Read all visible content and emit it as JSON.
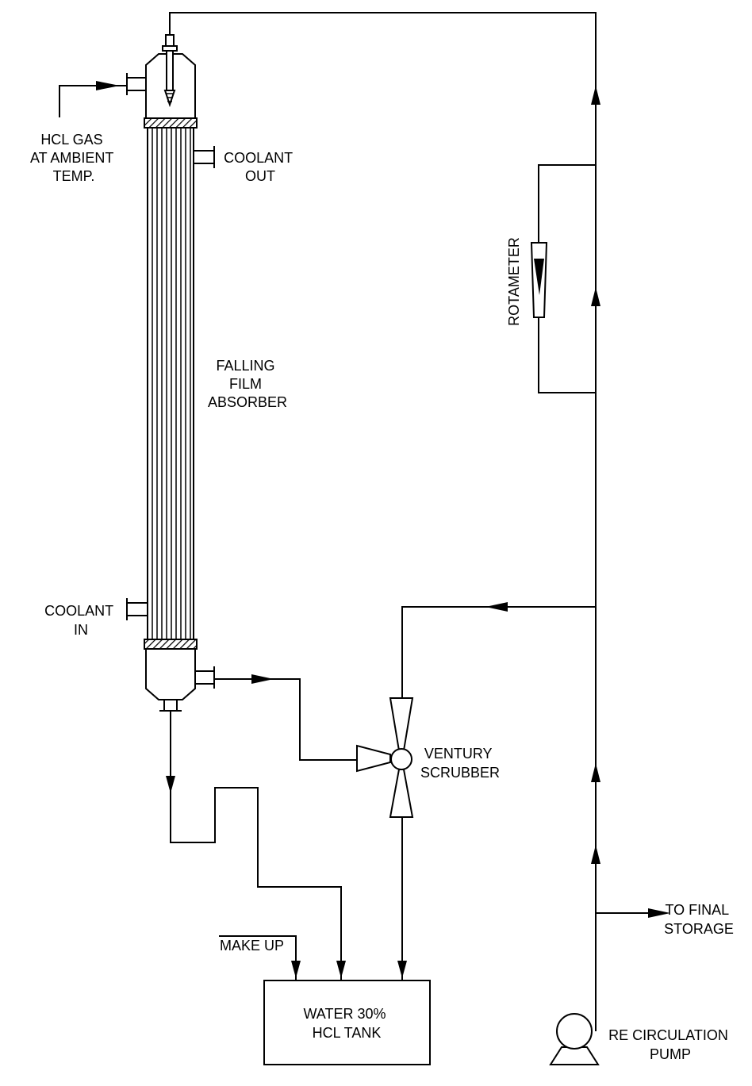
{
  "labels": {
    "hcl_gas": [
      "HCL GAS",
      "AT AMBIENT",
      "TEMP."
    ],
    "coolant_out": [
      "COOLANT",
      "OUT"
    ],
    "coolant_in": [
      "COOLANT",
      "IN"
    ],
    "absorber": [
      "FALLING",
      "FILM",
      "ABSORBER"
    ],
    "rotameter": "ROTAMETER",
    "scrubber": [
      "VENTURY",
      "SCRUBBER"
    ],
    "final_storage": [
      "TO FINAL",
      "STORAGE"
    ],
    "make_up": "MAKE UP",
    "tank": [
      "WATER 30%",
      "HCL TANK"
    ],
    "pump": [
      "RE CIRCULATION",
      "PUMP"
    ]
  }
}
